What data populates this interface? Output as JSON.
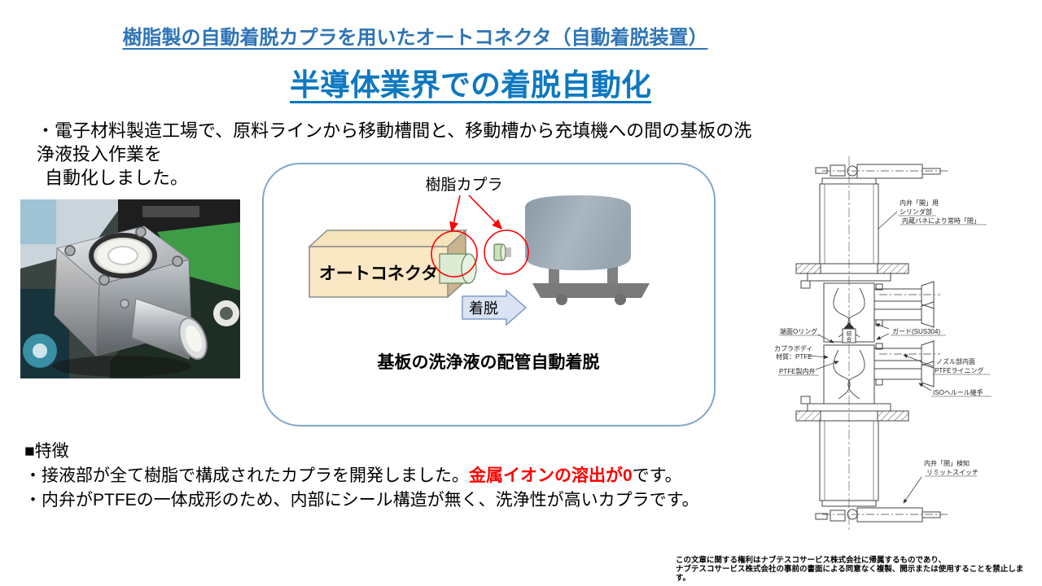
{
  "slide": {
    "title_line1": "樹脂製の自動着脱カプラを用いたオートコネクタ（自動着脱装置）",
    "title_line2": "半導体業界での着脱自動化",
    "intro_line1": "・電子材料製造工場で、原料ラインから移動槽間と、移動槽から充填機への間の基板の洗浄液投入作業を",
    "intro_line2": "自動化しました。"
  },
  "diagram": {
    "coupler_label": "樹脂カプラ",
    "box_label": "オートコネクタ",
    "arrow_label": "着脱",
    "caption": "基板の洗浄液の配管自動着脱"
  },
  "drawing": {
    "cyl_top_1": "内弁「開」用",
    "cyl_top_2": "シリンダ部",
    "cyl_top_3": "内蔵バネにより常時「閉」",
    "oring": "端面Oリング",
    "body_1": "カプラボディ",
    "body_2": "材質：PTFE",
    "valve": "PTFE製内弁",
    "join_top": "結",
    "join_bottom": "合",
    "guard": "ガード(SUS304)",
    "nozzle_1": "ノズル部内面",
    "nozzle_2": "PTFEライニング",
    "iso": "ISOヘルール継手",
    "limit_1": "内弁「閉」検知",
    "limit_2": "リミットスイッチ"
  },
  "features": {
    "heading": "■特徴",
    "line1_pre": "・接液部が全て樹脂で構成されたカプラを開発しました。",
    "line1_red": "金属イオンの溶出が0",
    "line1_post": "です。",
    "line2": "・内弁がPTFEの一体成形のため、内部にシール構造が無く、洗浄性が高いカプラです。"
  },
  "footer": {
    "line1": "この文章に関する権利はナブテスコサービス株式会社に帰属するものであり、",
    "line2": "ナブテスコサービス株式会社の事前の書面による同意なく複製、開示または使用することを禁止します。"
  },
  "colors": {
    "title1_blue": "#2E74B5",
    "title2_blue": "#0E78C0",
    "accent_red": "#FF0000",
    "box_cream": "#FAE5BD",
    "coupler_green": "#DCEBD3",
    "tank_gray": "#9AA8B4",
    "arrow_fill": "#DAE3F3",
    "arrow_stroke": "#7E9CC8",
    "diagram_border": "#7FA8CB"
  }
}
